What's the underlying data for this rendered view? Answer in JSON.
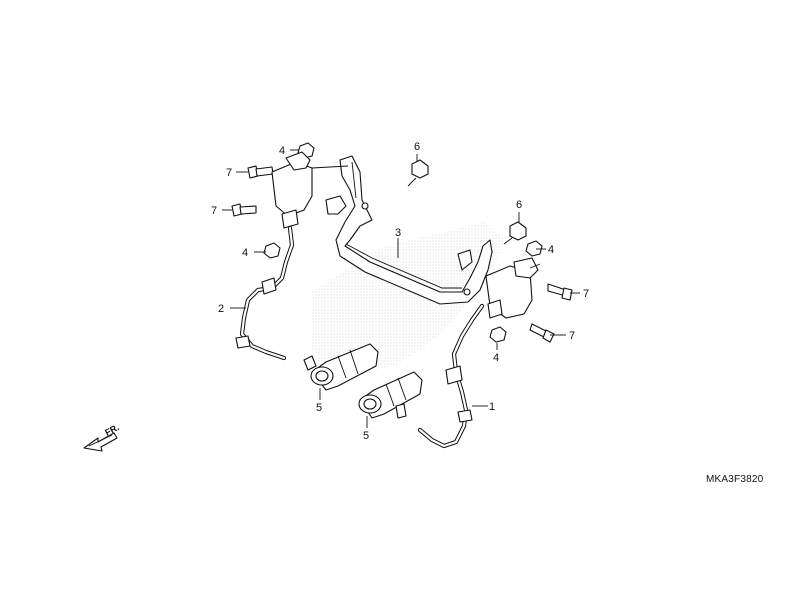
{
  "diagram_code": "MKA3F3820",
  "front_indicator": "FR.",
  "callouts": {
    "c1": "1",
    "c2": "2",
    "c3": "3",
    "c4a": "4",
    "c4b": "4",
    "c4c": "4",
    "c4d": "4",
    "c5a": "5",
    "c5b": "5",
    "c6a": "6",
    "c6b": "6",
    "c7a": "7",
    "c7b": "7",
    "c7c": "7",
    "c7d": "7"
  }
}
